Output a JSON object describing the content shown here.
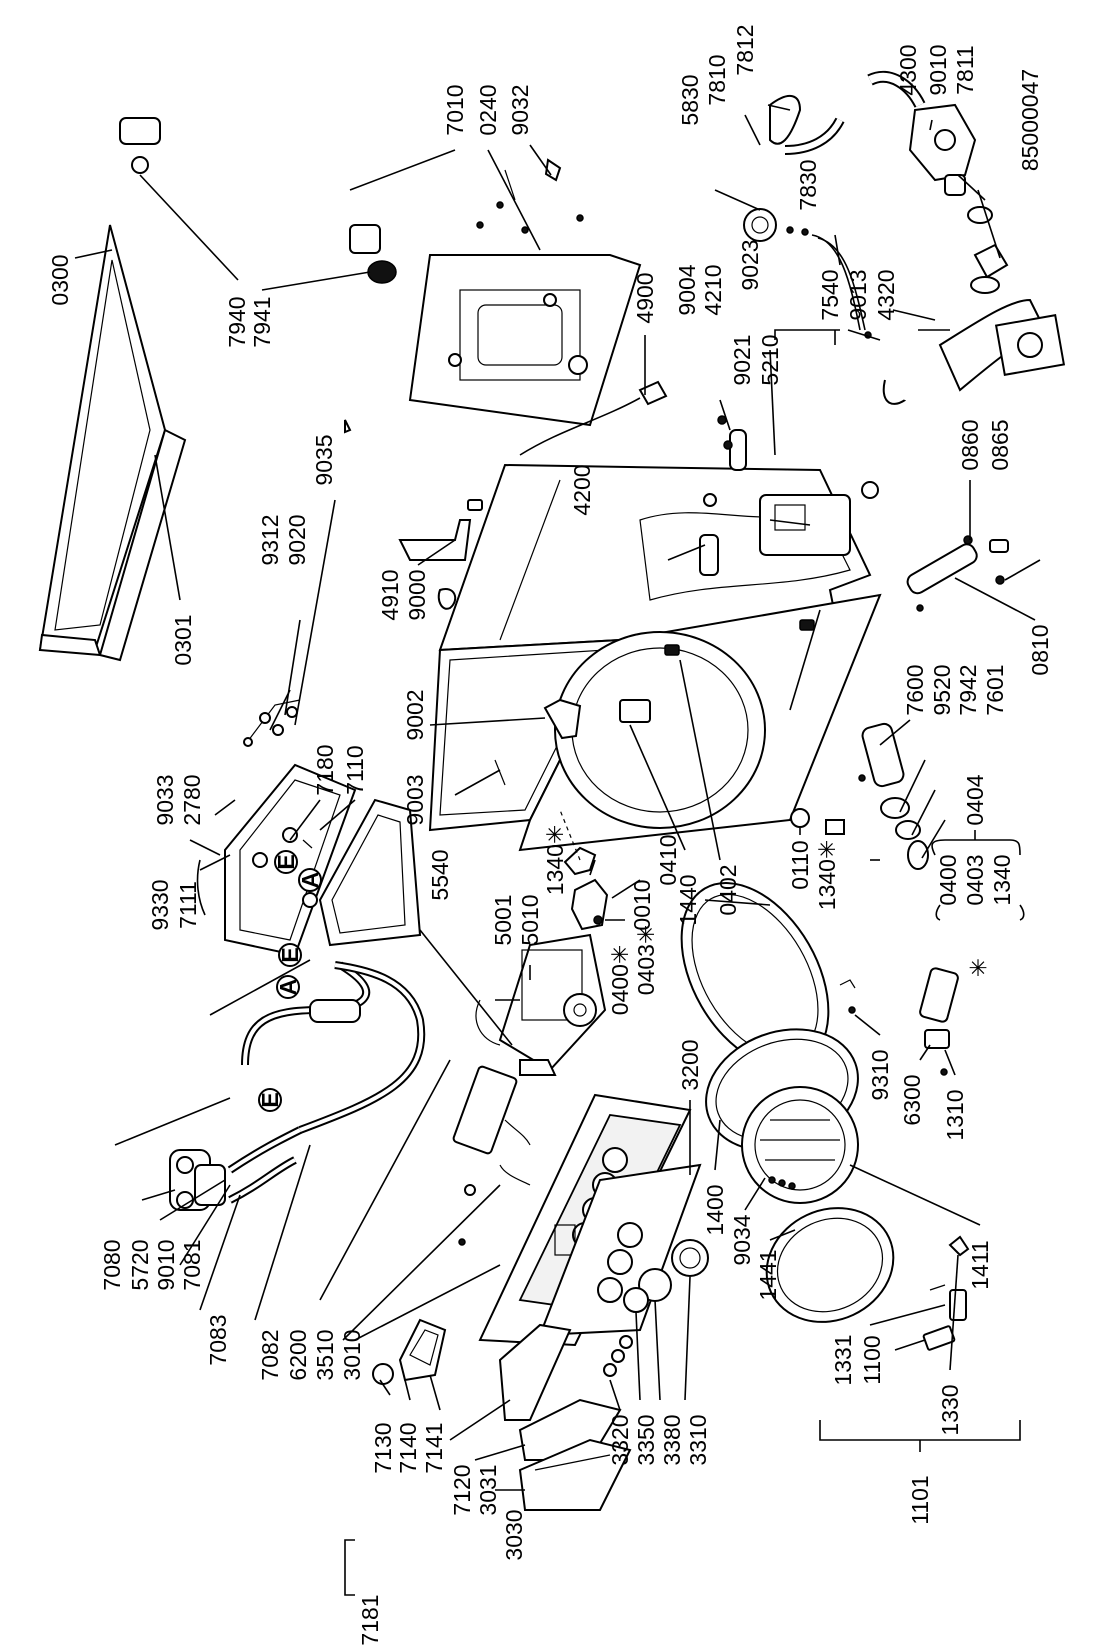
{
  "doc_id": "85000047",
  "labels": {
    "l0300": "0300",
    "l0301": "0301",
    "l7940": "7940",
    "l7941": "7941",
    "l7010": "7010",
    "l0240": "0240",
    "l9032": "9032",
    "l4900": "4900",
    "l5830": "5830",
    "l7810": "7810",
    "l7812": "7812",
    "l4300": "4300",
    "l9010a": "9010",
    "l7811": "7811",
    "l7830": "7830",
    "l7540": "7540",
    "l9013": "9013",
    "l4320": "4320",
    "l9004": "9004",
    "l4210": "4210",
    "l9023": "9023",
    "l9021": "9021",
    "l5210": "5210",
    "l4200": "4200",
    "l0860": "0860",
    "l0865": "0865",
    "l0810": "0810",
    "l9312": "9312",
    "l9020": "9020",
    "l9035": "9035",
    "l4910": "4910",
    "l9000": "9000",
    "l9002": "9002",
    "l9003": "9003",
    "l9033": "9033",
    "l2780": "2780",
    "l7180": "7180",
    "l7110": "7110",
    "l9330": "9330",
    "l7111": "7111",
    "l7600": "7600",
    "l9520": "9520",
    "l7942": "7942",
    "l7601": "7601",
    "l0404": "0404",
    "l0400b": "0400",
    "l0403b": "0403",
    "l1340b": "1340",
    "star": "✳",
    "l0110": "0110",
    "l1340c": "1340✳",
    "l1340a": "1340✳",
    "l0010": "0010",
    "l0410": "0410",
    "l0402": "0402",
    "l0403a": "0403✳",
    "l0400a": "0400✳",
    "l1440": "1440",
    "l5540": "5540",
    "l5001": "5001",
    "l5010": "5010",
    "l7080": "7080",
    "l5720": "5720",
    "l9010b": "9010",
    "l7081": "7081",
    "l7083": "7083",
    "l7082": "7082",
    "l6200": "6200",
    "l3510": "3510",
    "l3010": "3010",
    "l3200": "3200",
    "l7181": "7181",
    "l7130": "7130",
    "l7140": "7140",
    "l7141": "7141",
    "l7120": "7120",
    "l3031": "3031",
    "l3030": "3030",
    "l3320": "3320",
    "l3350": "3350",
    "l3380": "3380",
    "l3310": "3310",
    "l1400": "1400",
    "l9034": "9034",
    "l1441": "1441",
    "l1411": "1411",
    "l9310": "9310",
    "l6300": "6300",
    "l1310": "1310",
    "l1331": "1331",
    "l1100": "1100",
    "l1330": "1330",
    "l1101": "1101"
  },
  "markers": {
    "A": "A",
    "E": "E"
  }
}
